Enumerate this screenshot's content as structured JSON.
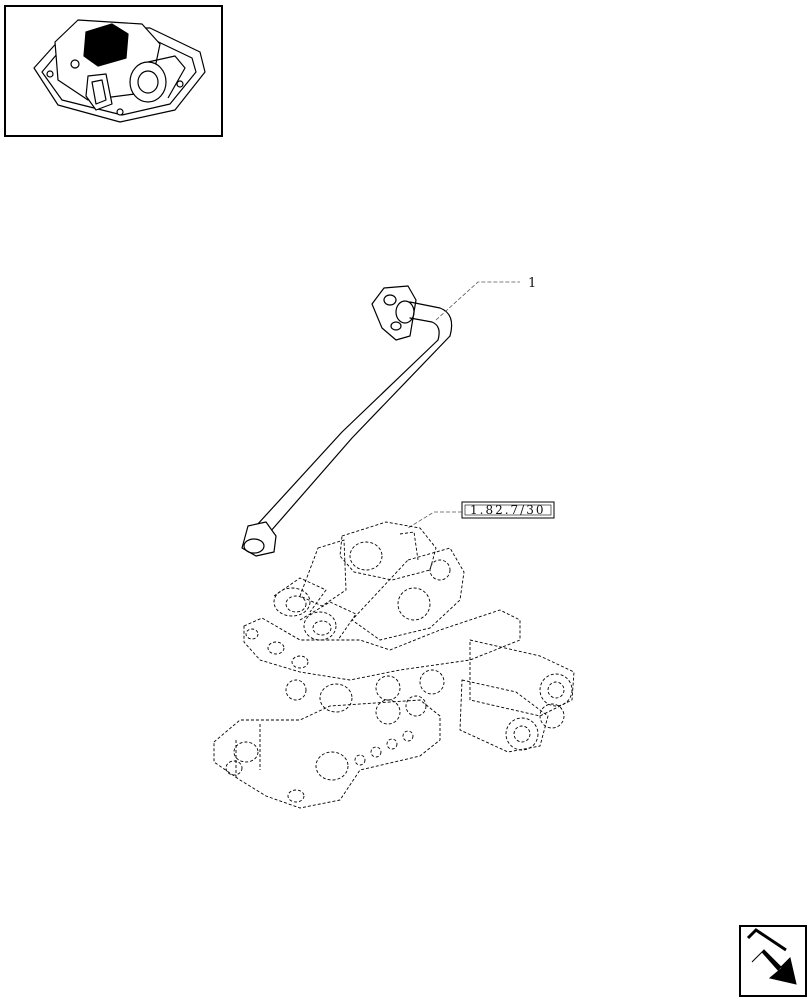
{
  "thumbnail": {
    "icon": "valve-assembly-thumbnail"
  },
  "callouts": {
    "item_number": "1",
    "reference": "1.82.7/30"
  },
  "nav": {
    "icon": "next-page-arrow-icon"
  }
}
